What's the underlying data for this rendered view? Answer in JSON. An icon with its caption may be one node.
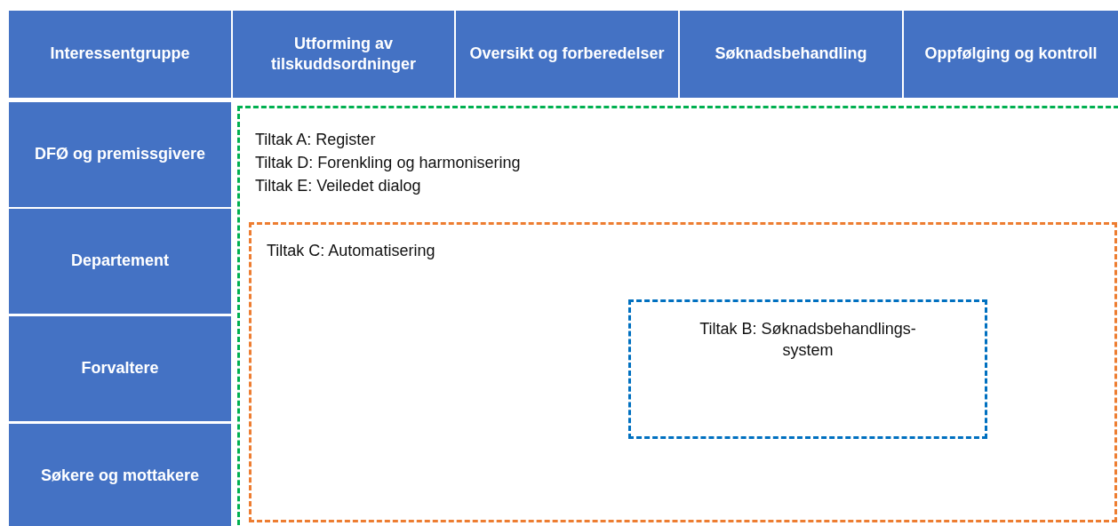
{
  "diagram": {
    "nodes": [
      {
        "text": [
          "Interessentgruppe"
        ]
      },
      {
        "text": [
          "Utforming av tilskuddsordninger"
        ]
      },
      {
        "text": [
          "Oversikt og forberedelser"
        ]
      },
      {
        "text": [
          "Søknadsbehandling"
        ]
      },
      {
        "text": [
          "Oppfølging og kontroll"
        ]
      },
      {
        "text": [
          "DFØ og premissgivere"
        ]
      },
      {
        "text": [
          "Departement"
        ]
      },
      {
        "text": [
          "Forvaltere"
        ]
      },
      {
        "text": [
          "Søkere og mottakere"
        ]
      },
      {
        "text": [
          "Tiltak A: Register",
          "Tiltak D: Forenkling og harmonisering",
          "Tiltak E: Veiledet dialog"
        ]
      },
      {
        "text": [
          "Tiltak C: Automatisering"
        ],
        "in": 9
      },
      {
        "text": [
          "Tiltak B: Søknadsbehandlings- system"
        ],
        "in": 10
      }
    ]
  }
}
